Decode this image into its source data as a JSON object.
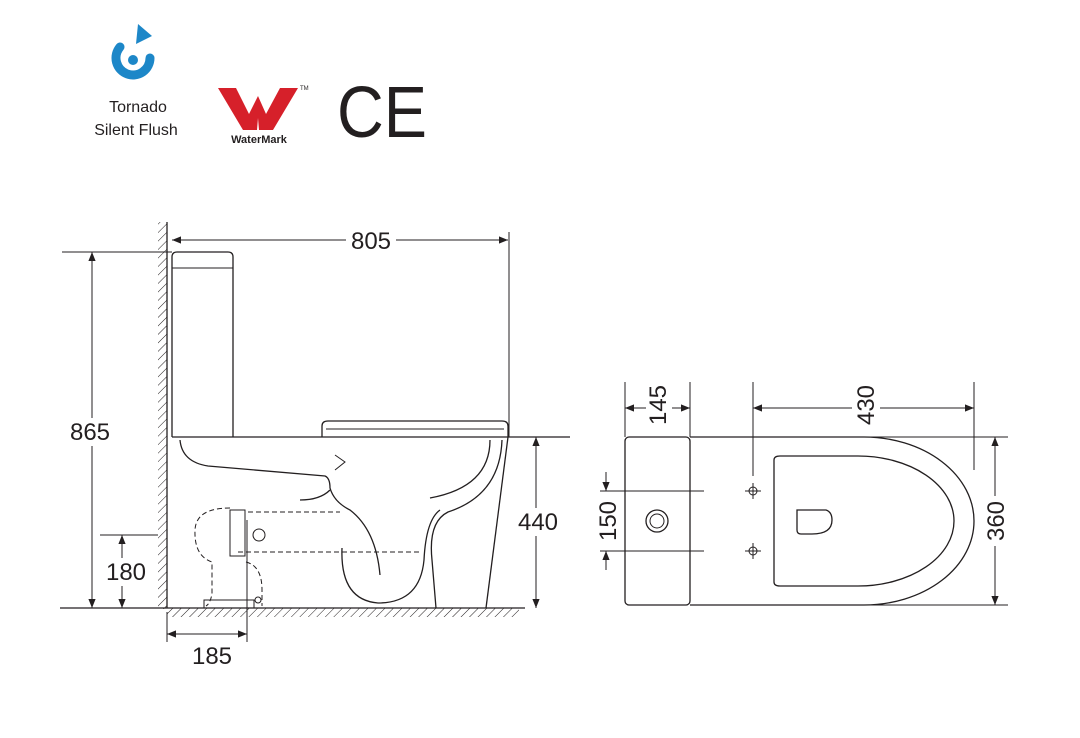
{
  "logos": {
    "tornado": {
      "line1": "Tornado",
      "line2": "Silent Flush",
      "icon": "tornado-flush-icon",
      "color": "#1d87c8"
    },
    "watermark": {
      "text": "WaterMark",
      "tm": "TM",
      "color": "#d6202a"
    },
    "ce": {
      "text": "CE"
    }
  },
  "side_view": {
    "dims": {
      "overall_length": "805",
      "overall_height": "865",
      "outlet_height": "180",
      "seat_height": "440",
      "outlet_offset": "185"
    }
  },
  "top_view": {
    "dims": {
      "tank_depth": "145",
      "bowl_length": "430",
      "hole_spacing": "150",
      "width": "360"
    }
  },
  "colors": {
    "line": "#231f20",
    "tornado_blue": "#1d87c8",
    "watermark_red": "#d6202a"
  }
}
